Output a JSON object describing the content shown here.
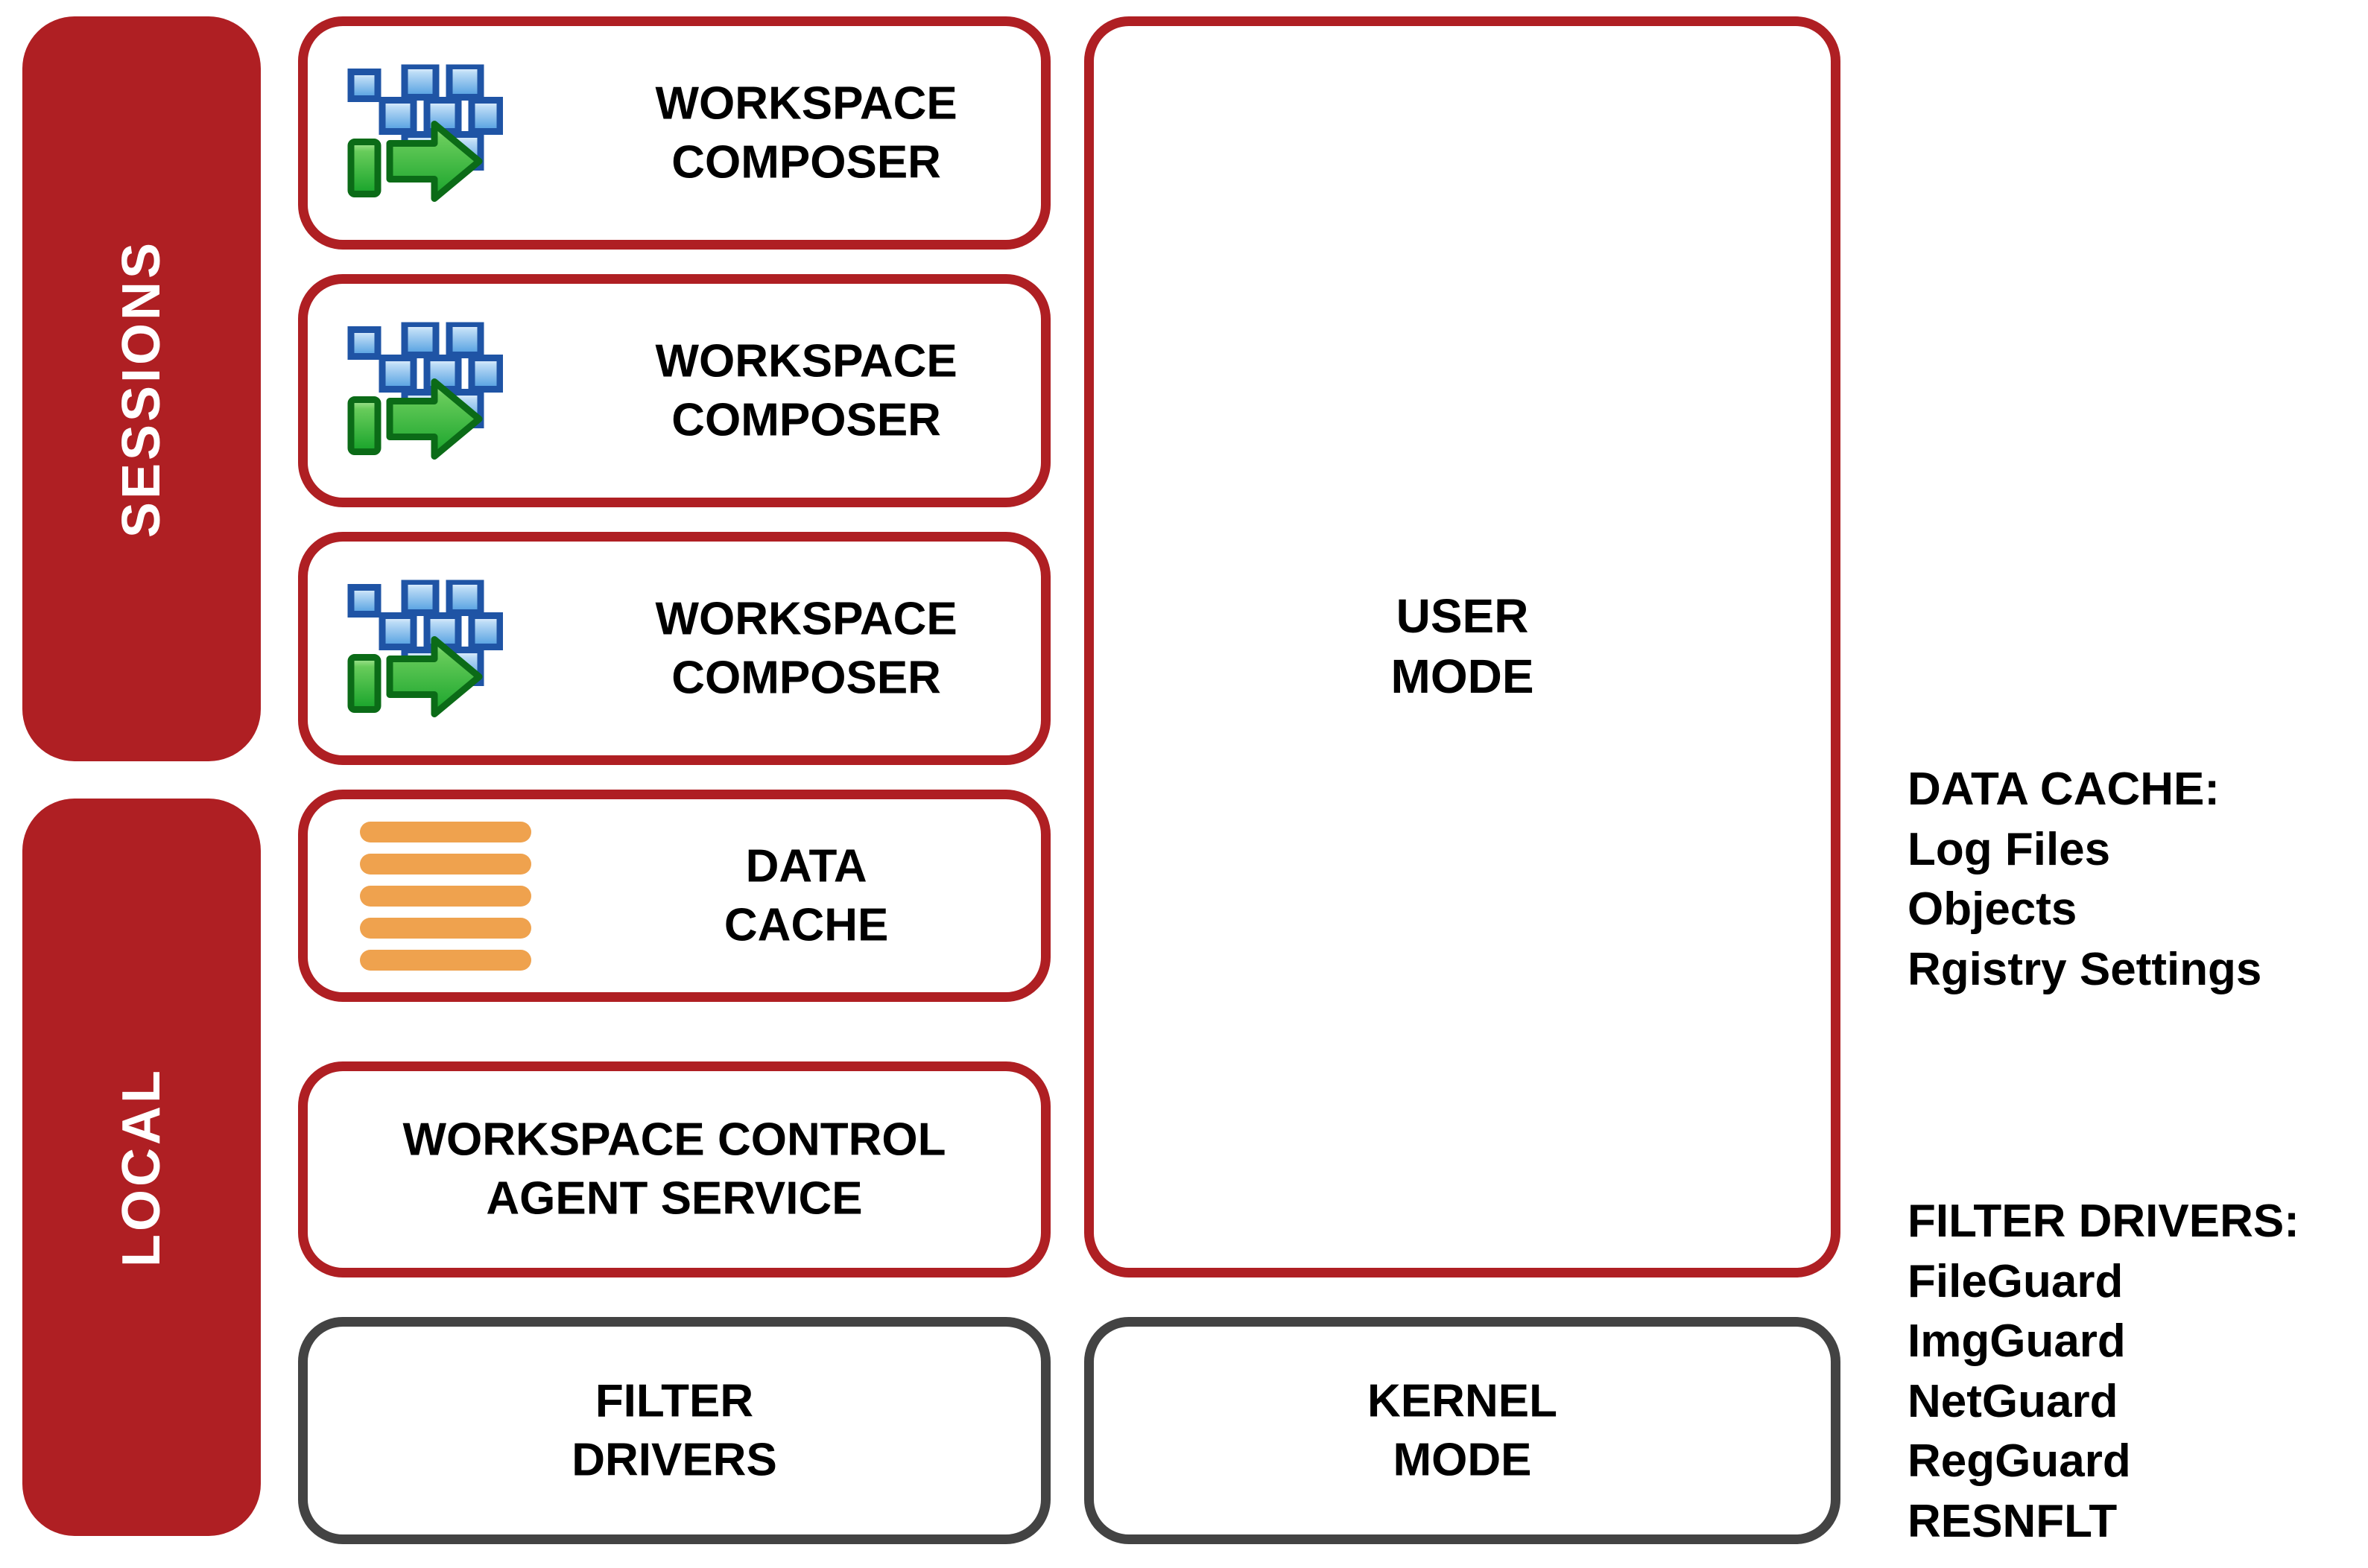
{
  "diagram": {
    "bands": [
      {
        "name": "sessions",
        "label": "SESSIONS"
      },
      {
        "name": "local",
        "label": "LOCAL"
      }
    ],
    "session_boxes": [
      {
        "label": "WORKSPACE\nCOMPOSER",
        "icon": "workspace-composer-icon"
      },
      {
        "label": "WORKSPACE\nCOMPOSER",
        "icon": "workspace-composer-icon"
      },
      {
        "label": "WORKSPACE\nCOMPOSER",
        "icon": "workspace-composer-icon"
      }
    ],
    "local_boxes": [
      {
        "label": "DATA\nCACHE",
        "icon": "data-cache-icon"
      },
      {
        "label": "WORKSPACE CONTROL\nAGENT SERVICE",
        "icon": null
      }
    ],
    "filter_drivers_box": {
      "label": "FILTER\nDRIVERS"
    },
    "user_mode_box": {
      "label": "USER\nMODE"
    },
    "kernel_mode_box": {
      "label": "KERNEL\nMODE"
    },
    "legends": [
      {
        "name": "data-cache-legend",
        "title": "DATA CACHE:",
        "items": [
          "Log Files",
          "Objects",
          "Rgistry Settings"
        ]
      },
      {
        "name": "filter-drivers-legend",
        "title": "FILTER DRIVERS:",
        "items": [
          "FileGuard",
          "ImgGuard",
          "NetGuard",
          "RegGuard",
          "RESNFLT"
        ]
      }
    ],
    "colors": {
      "brand_red": "#AF1F23",
      "kernel_gray": "#434343",
      "cache_orange": "#EFA24E",
      "icon_blue": "#1F54A5",
      "icon_green": "#2FAF35",
      "background": "#FFFFFF",
      "text": "#000000"
    }
  }
}
